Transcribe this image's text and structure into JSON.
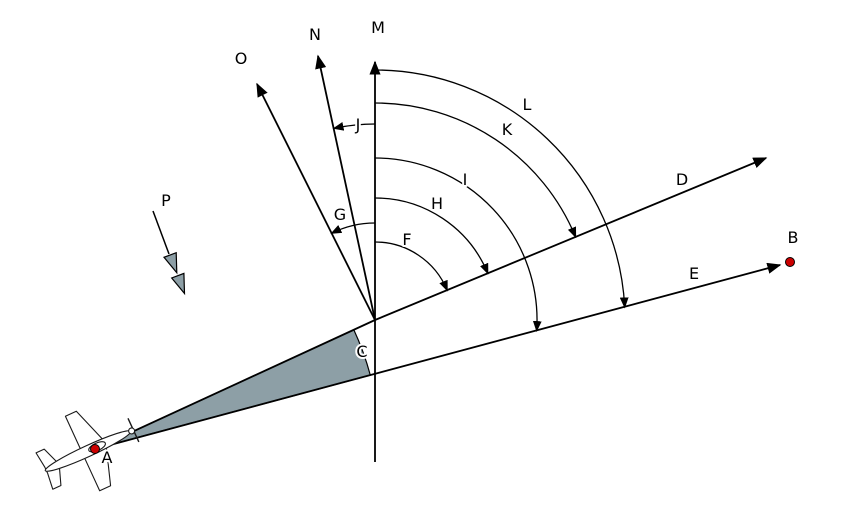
{
  "diagram": {
    "labels": {
      "a": "A",
      "b": "B",
      "c": "C",
      "d": "D",
      "e": "E",
      "f": "F",
      "g": "G",
      "h": "H",
      "i": "I",
      "j": "J",
      "k": "K",
      "l": "L",
      "m": "M",
      "n": "N",
      "o": "O",
      "p": "P"
    },
    "colors": {
      "stroke": "#000000",
      "wedge_fill": "#8d9fa6",
      "point_fill": "#cc0000",
      "background": "#ffffff"
    },
    "icons": {
      "aircraft": "aircraft-top-view-icon",
      "wind": "wind-double-arrow-icon",
      "point_marker": "red-dot-marker"
    }
  }
}
